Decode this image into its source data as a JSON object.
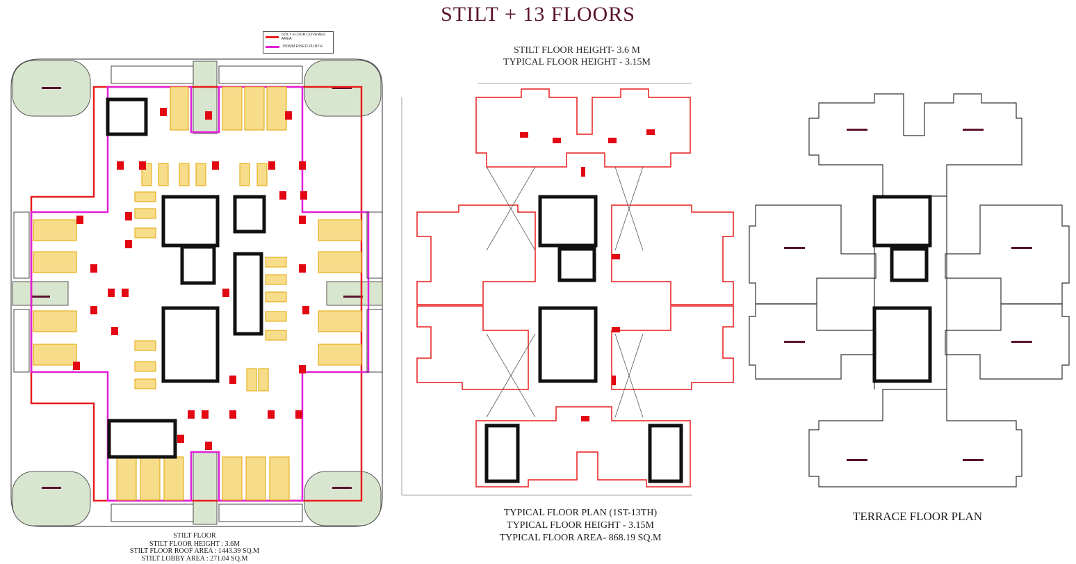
{
  "page": {
    "title": "STILT + 13 FLOORS"
  },
  "legend": {
    "items": [
      {
        "label": "STILT FLOOR COVERED AREA",
        "color": "#e81c1c"
      },
      {
        "label": "150MM RISED PLINTH",
        "color": "#e020d8"
      }
    ]
  },
  "heights": {
    "stilt_height": "STILT  FLOOR HEIGHT- 3.6 M",
    "typical_height": "TYPICAL FLOOR HEIGHT - 3.15M"
  },
  "stilt_plan": {
    "name": "STILT FLOOR",
    "height": "STILT FLOOR HEIGHT : 3.6M",
    "roof_area": "STILT FLOOR ROOF AREA : 1443.39 SQ.M",
    "lobby_area": "STILT LOBBY AREA : 271.04 SQ.M"
  },
  "typical_plan": {
    "name": "TYPICAL FLOOR  PLAN (1ST-13TH)",
    "height": "TYPICAL FLOOR HEIGHT - 3.15M",
    "area": "TYPICAL FLOOR AREA- 868.19 SQ.M"
  },
  "terrace_plan": {
    "name": "TERRACE  FLOOR  PLAN"
  },
  "colors": {
    "title": "#5a1330",
    "covered": "#e81c1c",
    "plinth": "#e020d8",
    "car": "#f2c53a",
    "landscape": "#d9e6cf",
    "wall": "#111111",
    "column": "#e30613"
  }
}
